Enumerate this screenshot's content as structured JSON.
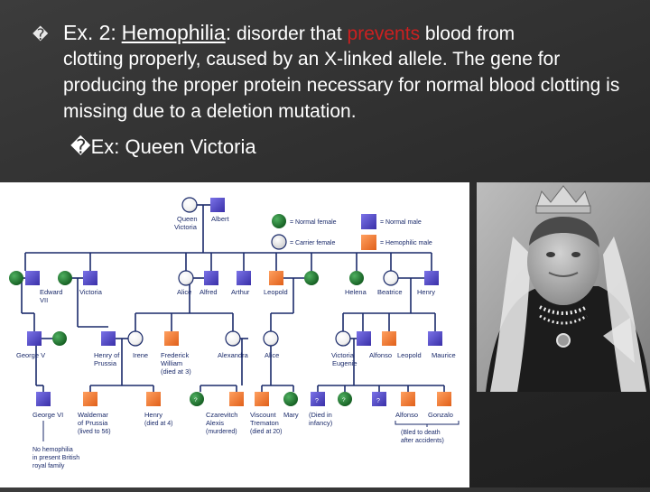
{
  "slide": {
    "bullet_glyph": "�",
    "sub_bullet_glyph": "�",
    "ex_label": "Ex. 2:",
    "term": "Hemophilia",
    "colon": ":",
    "intro": "disorder that",
    "highlight": "prevents",
    "after_highlight": "blood from",
    "rest": "clotting properly, caused by an X-linked allele. The gene for producing the proper protein necessary for normal blood clotting is missing due to a deletion mutation.",
    "sub_bullet": "Ex: Queen Victoria",
    "highlight_color": "#cc2020",
    "text_color": "#ffffff"
  },
  "pedigree": {
    "legend": {
      "normal_female": "= Normal female",
      "carrier_female": "= Carrier female",
      "normal_male": "= Normal male",
      "hemophilic_male": "= Hemophilic male"
    },
    "colors": {
      "normal_female": "#1f7a2e",
      "normal_male": "#4a3fc0",
      "hemophilic_male": "#f07a2a",
      "carrier_female": "#ffffff"
    },
    "gen1": {
      "queen": "Queen",
      "victoria": "Victoria",
      "albert": "Albert"
    },
    "gen2": {
      "edward": "Edward",
      "edward_num": "VII",
      "victoria": "Victoria",
      "alice": "Alice",
      "alfred": "Alfred",
      "arthur": "Arthur",
      "leopold": "Leopold",
      "helena": "Helena",
      "beatrice": "Beatrice",
      "henry": "Henry"
    },
    "gen3": {
      "george_v": "George V",
      "henry_of": "Henry of",
      "prussia": "Prussia",
      "irene": "Irene",
      "frederick": "Frederick",
      "william": "William",
      "died_at_3": "(died at 3)",
      "alexandra": "Alexandra",
      "alice": "Alice",
      "victoria": "Victoria",
      "eugenie": "Eugenie",
      "alfonso": "Alfonso",
      "leopold": "Leopold",
      "maurice": "Maurice"
    },
    "gen4": {
      "george_vi": "George VI",
      "waldemar": "Waldemar",
      "of_prussia": "of Prussia",
      "lived_to_56": "(lived to 56)",
      "henry": "Henry",
      "died_at_4": "(died at 4)",
      "czarevitch": "Czarevitch",
      "alexis": "Alexis",
      "murdered": "(murdered)",
      "viscount": "Viscount",
      "mary": "Mary",
      "trematon": "Trematon",
      "died_at_20": "(died at 20)",
      "died_in": "(Died in",
      "infancy": "infancy)",
      "q1": "?",
      "q2": "?",
      "q3": "?",
      "q4": "?",
      "alfonso": "Alfonso",
      "gonzalo": "Gonzalo",
      "bled": "(Bled to death",
      "after_accidents": "after accidents)"
    },
    "note": [
      "No hemophilia",
      "in present British",
      "royal family"
    ]
  },
  "portrait": {
    "subject": "queen-victoria-photo"
  }
}
